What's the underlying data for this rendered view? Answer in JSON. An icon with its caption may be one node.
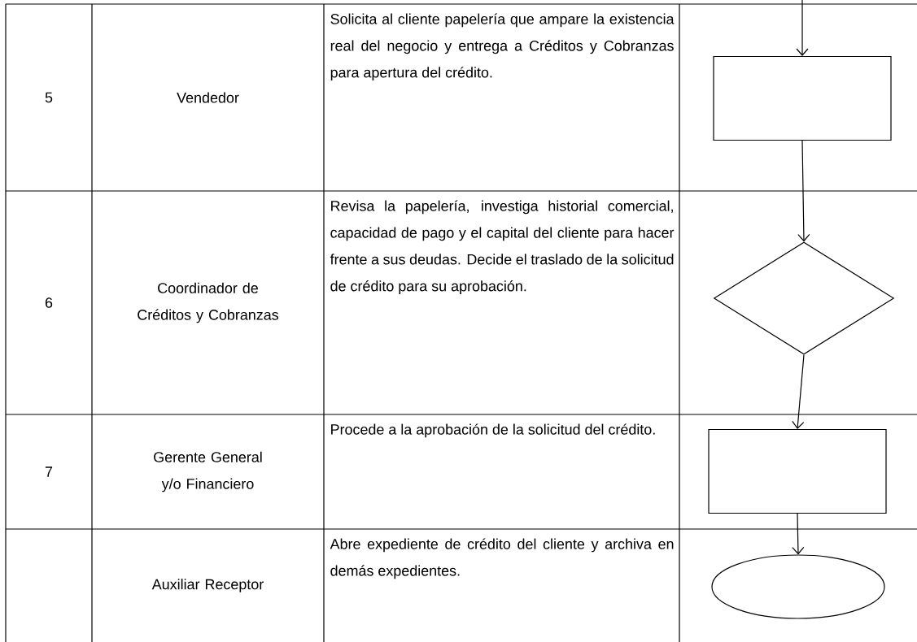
{
  "diagram": {
    "nodes": [
      {
        "text": [],
        "shape": "box"
      },
      {
        "text": [],
        "shape": "diamond"
      },
      {
        "text": [],
        "shape": "box"
      },
      {
        "text": [],
        "shape": "ellipse"
      }
    ],
    "edges": [
      {
        "from": null,
        "to": 0,
        "arrow": "to"
      },
      {
        "from": 0,
        "to": 1,
        "arrow": "to"
      },
      {
        "from": 1,
        "to": 2,
        "arrow": "to"
      },
      {
        "from": 2,
        "to": 3,
        "arrow": "to"
      }
    ],
    "labels": [
      "5",
      "Vendedor",
      "Solicita al cliente papelería que ampare la existencia real del negocio y entrega a Créditos y Cobranzas para apertura del crédito.",
      "6",
      "Coordinador de Créditos y Cobranzas",
      "Revisa la papelería, investiga historial comercial, capacidad de pago y el capital del cliente para hacer frente a sus deudas. Decide el traslado de la solicitud de crédito para su aprobación.",
      "7",
      "Gerente General y/o Financiero",
      "Procede a la aprobación de la solicitud del crédito.",
      "Auxiliar Receptor",
      "Abre expediente de crédito del cliente y archiva en demás expedientes."
    ]
  }
}
